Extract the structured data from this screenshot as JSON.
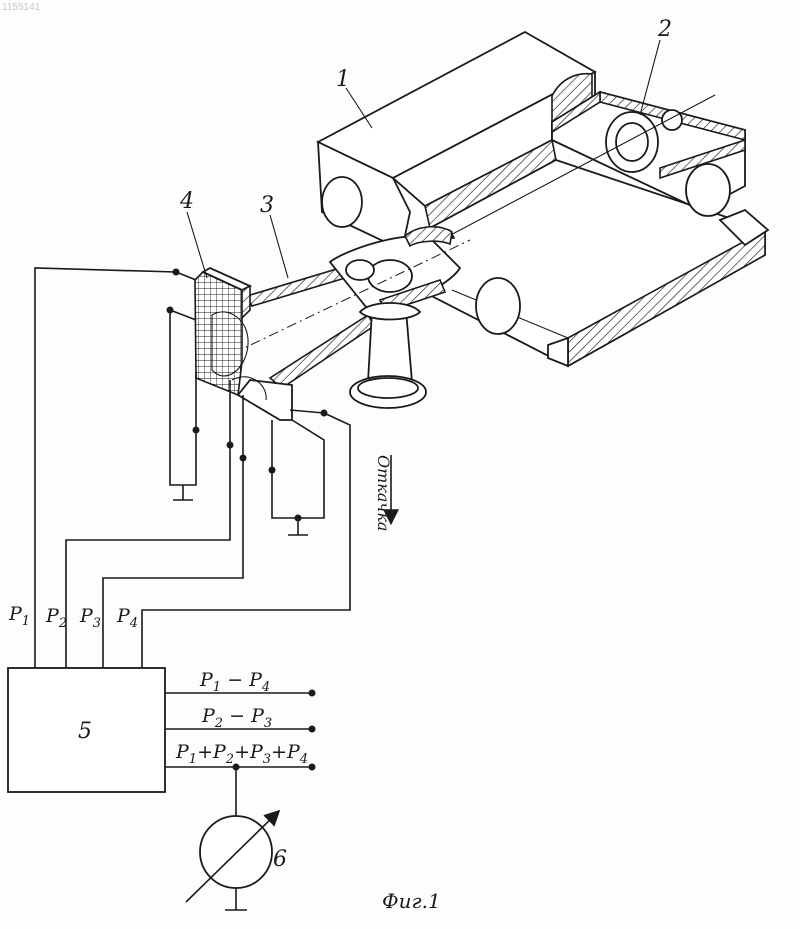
{
  "doc_id": "1155141",
  "figure_caption": "Фиг.1",
  "labels": {
    "n1": "1",
    "n2": "2",
    "n3": "3",
    "n4": "4",
    "n5": "5",
    "n6": "6"
  },
  "pump_label": "Откачка",
  "signals": {
    "p1": {
      "base": "P",
      "sub": "1"
    },
    "p2": {
      "base": "P",
      "sub": "2"
    },
    "p3": {
      "base": "P",
      "sub": "3"
    },
    "p4": {
      "base": "P",
      "sub": "4"
    }
  },
  "outputs": {
    "out1": {
      "a": "P",
      "a_sub": "1",
      "op": " − ",
      "b": "P",
      "b_sub": "4"
    },
    "out2": {
      "a": "P",
      "a_sub": "2",
      "op": " − ",
      "b": "P",
      "b_sub": "3"
    },
    "out3": {
      "a": "P",
      "a_sub": "1",
      "b": "P",
      "b_sub": "2",
      "c": "P",
      "c_sub": "3",
      "d": "P",
      "d_sub": "4",
      "op": "+"
    }
  }
}
